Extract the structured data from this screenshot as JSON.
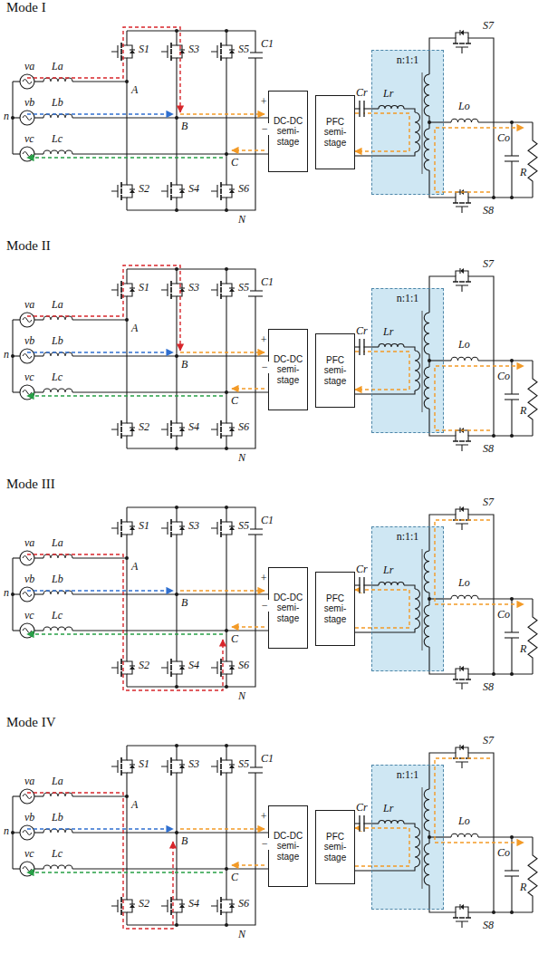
{
  "diagram": {
    "nodes": [
      {
        "text": [
          "DC-DC semi-stage"
        ]
      },
      {
        "text": [
          "PFC semi-stage"
        ]
      },
      {
        "text": [
          "n:1:1"
        ]
      },
      {
        "text": [
          "DC-DC semi-stage"
        ]
      },
      {
        "text": [
          "PFC semi-stage"
        ]
      },
      {
        "text": [
          "n:1:1"
        ]
      },
      {
        "text": [
          "DC-DC semi-stage"
        ]
      },
      {
        "text": [
          "PFC semi-stage"
        ]
      },
      {
        "text": [
          "n:1:1"
        ]
      },
      {
        "text": [
          "DC-DC semi-stage"
        ]
      },
      {
        "text": [
          "PFC semi-stage"
        ]
      },
      {
        "text": [
          "n:1:1"
        ]
      }
    ],
    "edges": [
      {
        "from": 1,
        "to": 2,
        "arrow": "none"
      },
      {
        "from": 1,
        "to": 2,
        "arrow": "none"
      },
      {
        "from": 4,
        "to": 5,
        "arrow": "none"
      },
      {
        "from": 4,
        "to": 5,
        "arrow": "none"
      },
      {
        "from": 7,
        "to": 8,
        "arrow": "none"
      },
      {
        "from": 7,
        "to": 8,
        "arrow": "none"
      },
      {
        "from": 10,
        "to": 11,
        "arrow": "none"
      },
      {
        "from": 10,
        "to": 11,
        "arrow": "none"
      }
    ],
    "labels": [
      "Mode I",
      "va",
      "vb",
      "vc",
      "n",
      "La",
      "Lb",
      "Lc",
      "S1",
      "S3",
      "S5",
      "A",
      "B",
      "C",
      "C1",
      "+",
      "−",
      "S2",
      "S4",
      "S6",
      "N",
      "Cr",
      "Lr",
      "S7",
      "Lo",
      "Co",
      "R",
      "S8",
      "Mode II",
      "va",
      "vb",
      "vc",
      "n",
      "La",
      "Lb",
      "Lc",
      "S1",
      "S3",
      "S5",
      "A",
      "B",
      "C",
      "C1",
      "+",
      "−",
      "S2",
      "S4",
      "S6",
      "N",
      "Cr",
      "Lr",
      "S7",
      "Lo",
      "Co",
      "R",
      "S8",
      "Mode III",
      "va",
      "vb",
      "vc",
      "n",
      "La",
      "Lb",
      "Lc",
      "S1",
      "S3",
      "S5",
      "A",
      "B",
      "C",
      "C1",
      "+",
      "−",
      "S2",
      "S4",
      "S6",
      "N",
      "Cr",
      "Lr",
      "S7",
      "Lo",
      "Co",
      "R",
      "S8",
      "Mode IV",
      "va",
      "vb",
      "vc",
      "n",
      "La",
      "Lb",
      "Lc",
      "S1",
      "S3",
      "S5",
      "A",
      "B",
      "C",
      "C1",
      "+",
      "−",
      "S2",
      "S4",
      "S6",
      "N",
      "Cr",
      "Lr",
      "S7",
      "Lo",
      "Co",
      "R",
      "S8"
    ]
  }
}
